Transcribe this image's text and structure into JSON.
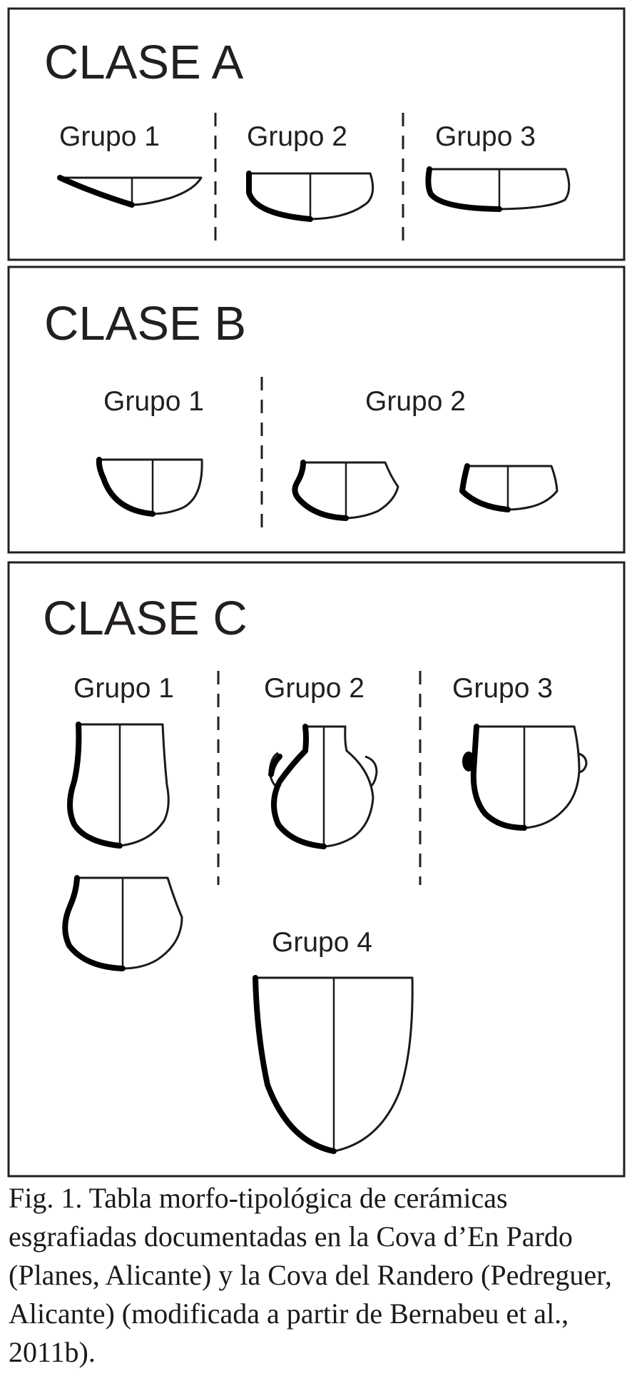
{
  "class_a": {
    "title": "CLASE A",
    "groups": [
      "Grupo 1",
      "Grupo 2",
      "Grupo 3"
    ]
  },
  "class_b": {
    "title": "CLASE B",
    "groups": [
      "Grupo 1",
      "Grupo 2"
    ]
  },
  "class_c": {
    "title": "CLASE C",
    "groups": [
      "Grupo 1",
      "Grupo 2",
      "Grupo 3",
      "Grupo 4"
    ]
  },
  "caption": "Fig. 1. Tabla morfo-tipológica de cerámicas esgrafiadas documentadas en la Cova d’En Pardo (Planes, Alicante) y la Cova del Randero (Pedreguer, Alicante) (modificada a partir de Bernabeu et al., 2011b)."
}
